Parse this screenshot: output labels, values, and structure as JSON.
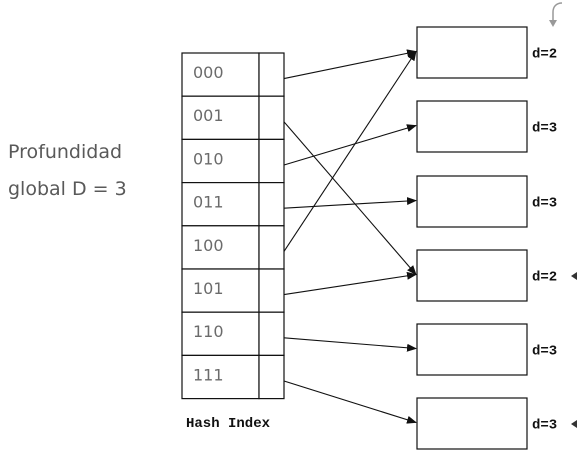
{
  "global_depth": {
    "line1": "Profundidad",
    "line2": "global  D = 3"
  },
  "directory": {
    "caption": "Hash Index",
    "entries": [
      "000",
      "001",
      "010",
      "011",
      "100",
      "101",
      "110",
      "111"
    ]
  },
  "buckets": [
    {
      "label": "d=2"
    },
    {
      "label": "d=3"
    },
    {
      "label": "d=3"
    },
    {
      "label": "d=2"
    },
    {
      "label": "d=3"
    },
    {
      "label": "d=3"
    }
  ],
  "pointers": [
    {
      "from": "000",
      "to_bucket": 1
    },
    {
      "from": "001",
      "to_bucket": 4
    },
    {
      "from": "010",
      "to_bucket": 2
    },
    {
      "from": "011",
      "to_bucket": 3
    },
    {
      "from": "100",
      "to_bucket": 1
    },
    {
      "from": "101",
      "to_bucket": 4
    },
    {
      "from": "110",
      "to_bucket": 5
    },
    {
      "from": "111",
      "to_bucket": 6
    }
  ],
  "colors": {
    "line": "#111111",
    "text": "#595959",
    "arrow_gray": "#999999"
  }
}
